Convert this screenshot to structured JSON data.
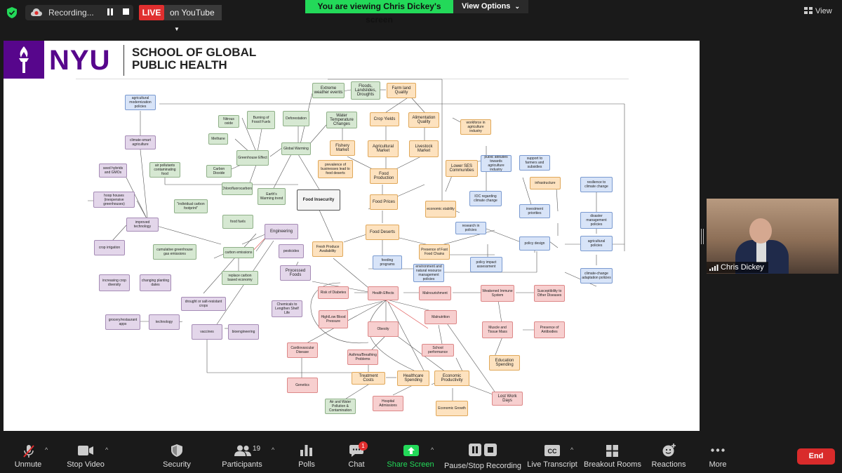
{
  "topbar": {
    "recording_label": "Recording...",
    "live_label": "LIVE",
    "live_destination": "on YouTube",
    "viewing_banner": "You are viewing Chris Dickey's screen",
    "view_options": "View Options",
    "view_label": "View"
  },
  "slide": {
    "logo_text": "NYU",
    "school_line1": "SCHOOL OF GLOBAL",
    "school_line2": "PUBLIC HEALTH"
  },
  "diagram_nodes": [
    "agricultural modernization policies",
    "climate-smart agriculture",
    "seed hybrids and GMOs",
    "hoop houses (inexpensive greenhouses)",
    "improved technology",
    "crop irrigation",
    "air pollutants contaminating food",
    "\"individual carbon footprint\"",
    "food fuels",
    "Engineering",
    "cumulative greenhouse gas emissions",
    "carbon emissions",
    "replace carbon based economy",
    "increasing crop diversity",
    "changing planting dates",
    "drought or salt-resistant crops",
    "grocery/restaurant apps",
    "technology",
    "vaccines",
    "bioengineering",
    "Nitrous oxide",
    "Methane",
    "Burning of Fossil Fuels",
    "Deforestation",
    "Carbon Dioxide",
    "Greenhouse Effect",
    "Global Warming",
    "Chlorofluorocarbons",
    "Earth's Warming trend",
    "Food Insecurity",
    "Extreme weather events",
    "Floods, Landslides, Droughts",
    "Farm land Quality",
    "Water Temperature Changes",
    "Crop Yields",
    "Alimentation Quality",
    "Fishery Market",
    "Agricultural Market",
    "Livestock Market",
    "prevalence of businesses lead to food deserts",
    "Food Production",
    "Food Prices",
    "Food Deserts",
    "Lower SES Communities",
    "economic stability",
    "workforce in agriculture industry",
    "public attitudes towards agriculture industry",
    "support to farmers and subsidies",
    "infrastructure",
    "resilience to climate change",
    "IOC regarding climate change",
    "investment priorities",
    "research in policies",
    "policy design",
    "disaster management policies",
    "agricultural policies",
    "policy impact assessment",
    "climate-change adaptation policies",
    "pesticides",
    "Fresh Produce Availability",
    "Presence of Fast Food Chains",
    "feeding programs",
    "environment and natural resource management policies",
    "Processed Foods",
    "Chemicals to Lengthen Shelf Life",
    "Risk of Diabetes",
    "Health Effects",
    "Malnourishment",
    "Weakened Immune System",
    "Susceptibility to Other Diseases",
    "High/Low Blood Pressure",
    "Malnutrition",
    "Obesity",
    "Muscle and Tissue Mass",
    "Presence of Antibodies",
    "Cardiovascular Disease",
    "School performance",
    "Education Spending",
    "Asthma/Breathing Problems",
    "Treatment Costs",
    "Healthcare Spending",
    "Economic Productivity",
    "Genetics",
    "Lost Work Days",
    "Hospital Admissions",
    "Economic Growth",
    "Air and Water Pollution & Contamination"
  ],
  "participant": {
    "name": "Chris Dickey"
  },
  "toolbar": {
    "unmute": "Unmute",
    "stop_video": "Stop Video",
    "security": "Security",
    "participants": "Participants",
    "participants_count": "19",
    "polls": "Polls",
    "chat": "Chat",
    "chat_badge": "1",
    "share_screen": "Share Screen",
    "pause_stop_recording": "Pause/Stop Recording",
    "live_transcript": "Live Transcript",
    "breakout_rooms": "Breakout Rooms",
    "reactions": "Reactions",
    "more": "More",
    "end": "End"
  },
  "colors": {
    "nyu_purple": "#57068c",
    "share_green": "#23d959",
    "live_red": "#e02f2f",
    "end_red": "#d92b2b"
  }
}
